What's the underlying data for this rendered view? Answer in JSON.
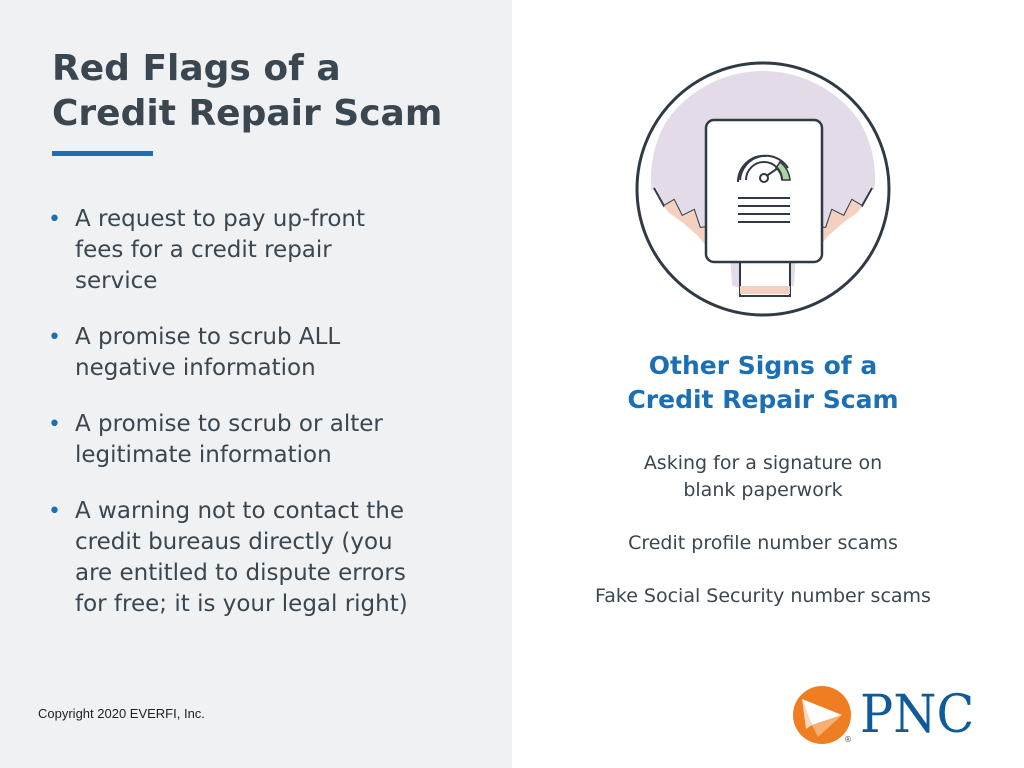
{
  "left": {
    "title_lines": [
      "Red Flags of a",
      "Credit Repair Scam"
    ],
    "bullets": [
      {
        "lines": [
          "A request to pay up-front",
          "fees for a credit repair",
          "service"
        ]
      },
      {
        "lines": [
          "A promise to scrub ALL",
          "negative information"
        ]
      },
      {
        "lines": [
          "A promise to scrub or alter",
          "legitimate information"
        ]
      },
      {
        "lines": [
          "A warning not to contact the",
          "credit bureaus directly (you",
          "are entitled to dispute errors",
          "for free; it is your legal right)"
        ]
      }
    ],
    "copyright": "Copyright 2020 EVERFI, Inc."
  },
  "right": {
    "title_lines": [
      "Other Signs of a",
      "Credit Repair Scam"
    ],
    "signs": [
      {
        "lines": [
          "Asking for a signature on",
          "blank paperwork"
        ]
      },
      {
        "lines": [
          "Credit profile number scams"
        ]
      },
      {
        "lines": [
          "Fake Social Security number scams"
        ]
      }
    ],
    "illustration_icon": "credit-report-gauge-icon"
  },
  "logo": {
    "text": "PNC",
    "mark_icon": "pnc-triangle-logo-icon",
    "registered": "®"
  },
  "colors": {
    "accent_blue": "#1b6fb5",
    "text_dark": "#3a4650",
    "panel_gray": "#eff1f3",
    "logo_orange": "#ef7d22",
    "logo_blue": "#0e5a9a"
  }
}
